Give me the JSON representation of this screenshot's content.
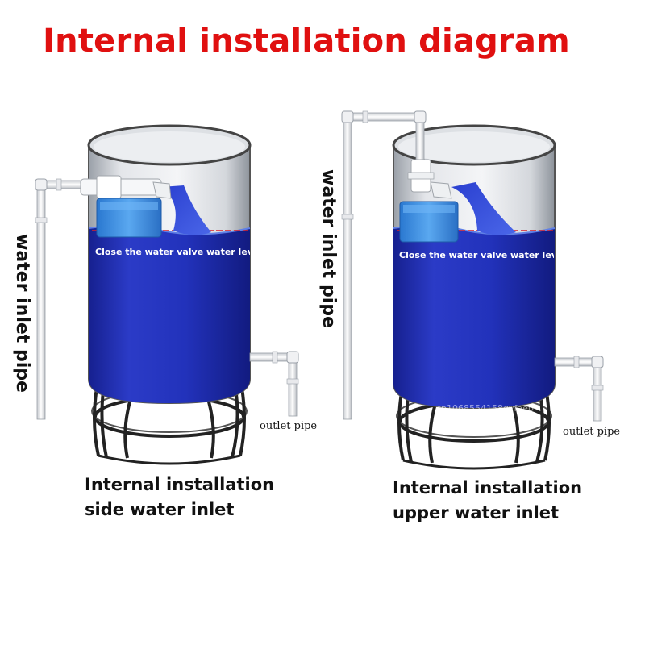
{
  "title": "Internal installation diagram",
  "left_tank": {
    "inlet_label": "water inlet pipe",
    "water_level_label": "Close the water valve water leve",
    "outlet_label": "outlet pipe",
    "caption_line1": "Internal installation",
    "caption_line2": "side water inlet"
  },
  "right_tank": {
    "inlet_label": "water inlet pipe",
    "water_level_label": "Close the water valve water leve",
    "outlet_label": "outlet pipe",
    "caption_line1": "Internal installation",
    "caption_line2": "upper water inlet",
    "watermark": "cn1068554158gyfaeb"
  },
  "colors": {
    "title": "#e01010",
    "water": "#1f2fb5",
    "water_edge": "#3f5fd6",
    "level_line": "#d8202a",
    "valve_float": "#3a8de0"
  }
}
